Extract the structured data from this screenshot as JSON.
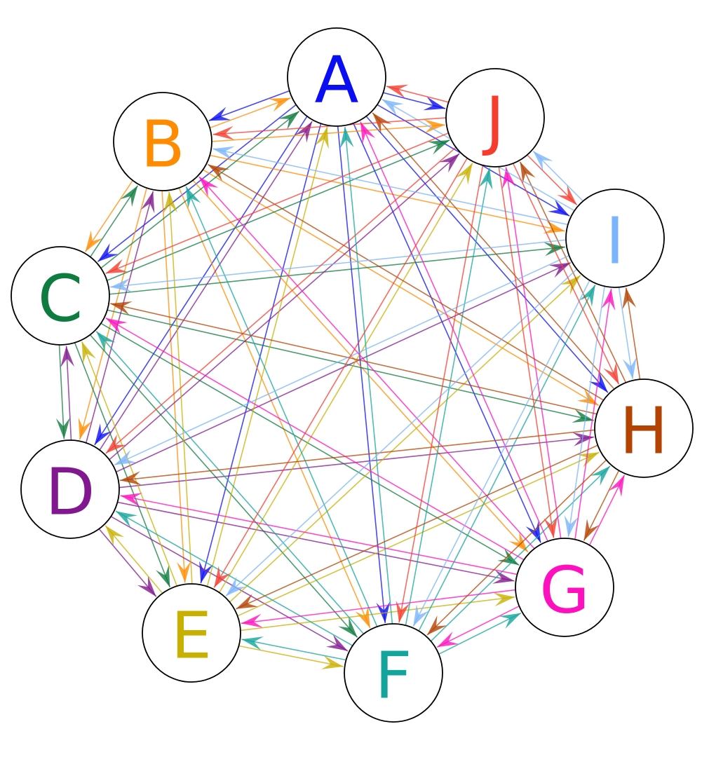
{
  "nodes": [
    {
      "id": "A",
      "label": "A",
      "color": "#0a0ef2"
    },
    {
      "id": "B",
      "label": "B",
      "color": "#ff8c00"
    },
    {
      "id": "C",
      "label": "C",
      "color": "#0e7c3e"
    },
    {
      "id": "D",
      "label": "D",
      "color": "#82188f"
    },
    {
      "id": "E",
      "label": "E",
      "color": "#c8b000"
    },
    {
      "id": "F",
      "label": "F",
      "color": "#13a59b"
    },
    {
      "id": "G",
      "label": "G",
      "color": "#ff10be"
    },
    {
      "id": "H",
      "label": "H",
      "color": "#b44200"
    },
    {
      "id": "I",
      "label": "I",
      "color": "#7ab4fa"
    },
    {
      "id": "J",
      "label": "J",
      "color": "#f53c2d"
    }
  ],
  "edges": [
    [
      "A",
      "B"
    ],
    [
      "A",
      "J"
    ],
    [
      "A",
      "C"
    ],
    [
      "A",
      "D"
    ],
    [
      "A",
      "E"
    ],
    [
      "A",
      "F"
    ],
    [
      "A",
      "G"
    ],
    [
      "A",
      "H"
    ],
    [
      "A",
      "I"
    ],
    [
      "B",
      "A"
    ],
    [
      "B",
      "J"
    ],
    [
      "B",
      "C"
    ],
    [
      "B",
      "E"
    ],
    [
      "B",
      "D"
    ],
    [
      "B",
      "F"
    ],
    [
      "B",
      "G"
    ],
    [
      "B",
      "H"
    ],
    [
      "B",
      "I"
    ],
    [
      "C",
      "B"
    ],
    [
      "C",
      "A"
    ],
    [
      "C",
      "J"
    ],
    [
      "C",
      "I"
    ],
    [
      "C",
      "H"
    ],
    [
      "C",
      "G"
    ],
    [
      "C",
      "D"
    ],
    [
      "C",
      "F"
    ],
    [
      "C",
      "E"
    ],
    [
      "D",
      "C"
    ],
    [
      "D",
      "A"
    ],
    [
      "D",
      "B"
    ],
    [
      "D",
      "J"
    ],
    [
      "D",
      "H"
    ],
    [
      "D",
      "E"
    ],
    [
      "D",
      "F"
    ],
    [
      "D",
      "G"
    ],
    [
      "D",
      "I"
    ],
    [
      "E",
      "D"
    ],
    [
      "E",
      "C"
    ],
    [
      "E",
      "B"
    ],
    [
      "E",
      "A"
    ],
    [
      "E",
      "J"
    ],
    [
      "E",
      "I"
    ],
    [
      "E",
      "H"
    ],
    [
      "E",
      "G"
    ],
    [
      "E",
      "F"
    ],
    [
      "F",
      "E"
    ],
    [
      "F",
      "D"
    ],
    [
      "F",
      "C"
    ],
    [
      "F",
      "B"
    ],
    [
      "F",
      "A"
    ],
    [
      "F",
      "J"
    ],
    [
      "F",
      "I"
    ],
    [
      "F",
      "H"
    ],
    [
      "F",
      "G"
    ],
    [
      "G",
      "F"
    ],
    [
      "G",
      "E"
    ],
    [
      "G",
      "D"
    ],
    [
      "G",
      "C"
    ],
    [
      "G",
      "B"
    ],
    [
      "G",
      "A"
    ],
    [
      "G",
      "J"
    ],
    [
      "G",
      "I"
    ],
    [
      "G",
      "H"
    ],
    [
      "H",
      "G"
    ],
    [
      "H",
      "I"
    ],
    [
      "H",
      "J"
    ],
    [
      "H",
      "A"
    ],
    [
      "H",
      "B"
    ],
    [
      "H",
      "C"
    ],
    [
      "H",
      "D"
    ],
    [
      "H",
      "E"
    ],
    [
      "H",
      "F"
    ],
    [
      "I",
      "J"
    ],
    [
      "I",
      "A"
    ],
    [
      "I",
      "B"
    ],
    [
      "I",
      "C"
    ],
    [
      "I",
      "D"
    ],
    [
      "I",
      "E"
    ],
    [
      "I",
      "F"
    ],
    [
      "I",
      "G"
    ],
    [
      "I",
      "H"
    ],
    [
      "J",
      "A"
    ],
    [
      "J",
      "B"
    ],
    [
      "J",
      "C"
    ],
    [
      "J",
      "D"
    ],
    [
      "J",
      "E"
    ],
    [
      "J",
      "F"
    ],
    [
      "J",
      "G"
    ],
    [
      "J",
      "H"
    ],
    [
      "J",
      "I"
    ]
  ]
}
